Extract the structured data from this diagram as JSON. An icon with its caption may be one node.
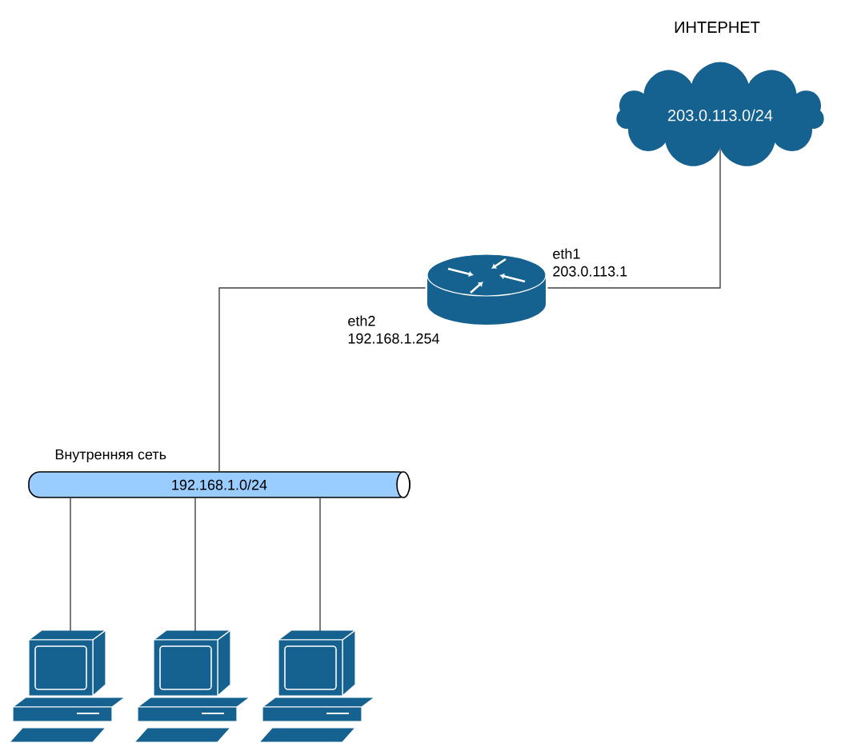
{
  "diagram": {
    "nodes": [
      {
        "text": [
          "ИНТЕРНЕТ",
          "203.0.113.0/24"
        ]
      },
      {
        "text": [],
        "shape": "router",
        "beside": [
          "eth1 203.0.113.1",
          "eth2 192.168.1.254"
        ]
      },
      {
        "text": [
          "Внутренняя сеть",
          "192.168.1.0/24"
        ]
      },
      {
        "text": [],
        "shape": "computer"
      },
      {
        "text": [],
        "shape": "computer"
      },
      {
        "text": [],
        "shape": "computer"
      }
    ],
    "edges": [
      {
        "from": 1,
        "to": 0,
        "arrow": "none"
      },
      {
        "from": 2,
        "to": 1,
        "arrow": "none"
      },
      {
        "from": 2,
        "to": 3,
        "arrow": "none"
      },
      {
        "from": 2,
        "to": 4,
        "arrow": "none"
      },
      {
        "from": 2,
        "to": 5,
        "arrow": "none"
      }
    ]
  }
}
